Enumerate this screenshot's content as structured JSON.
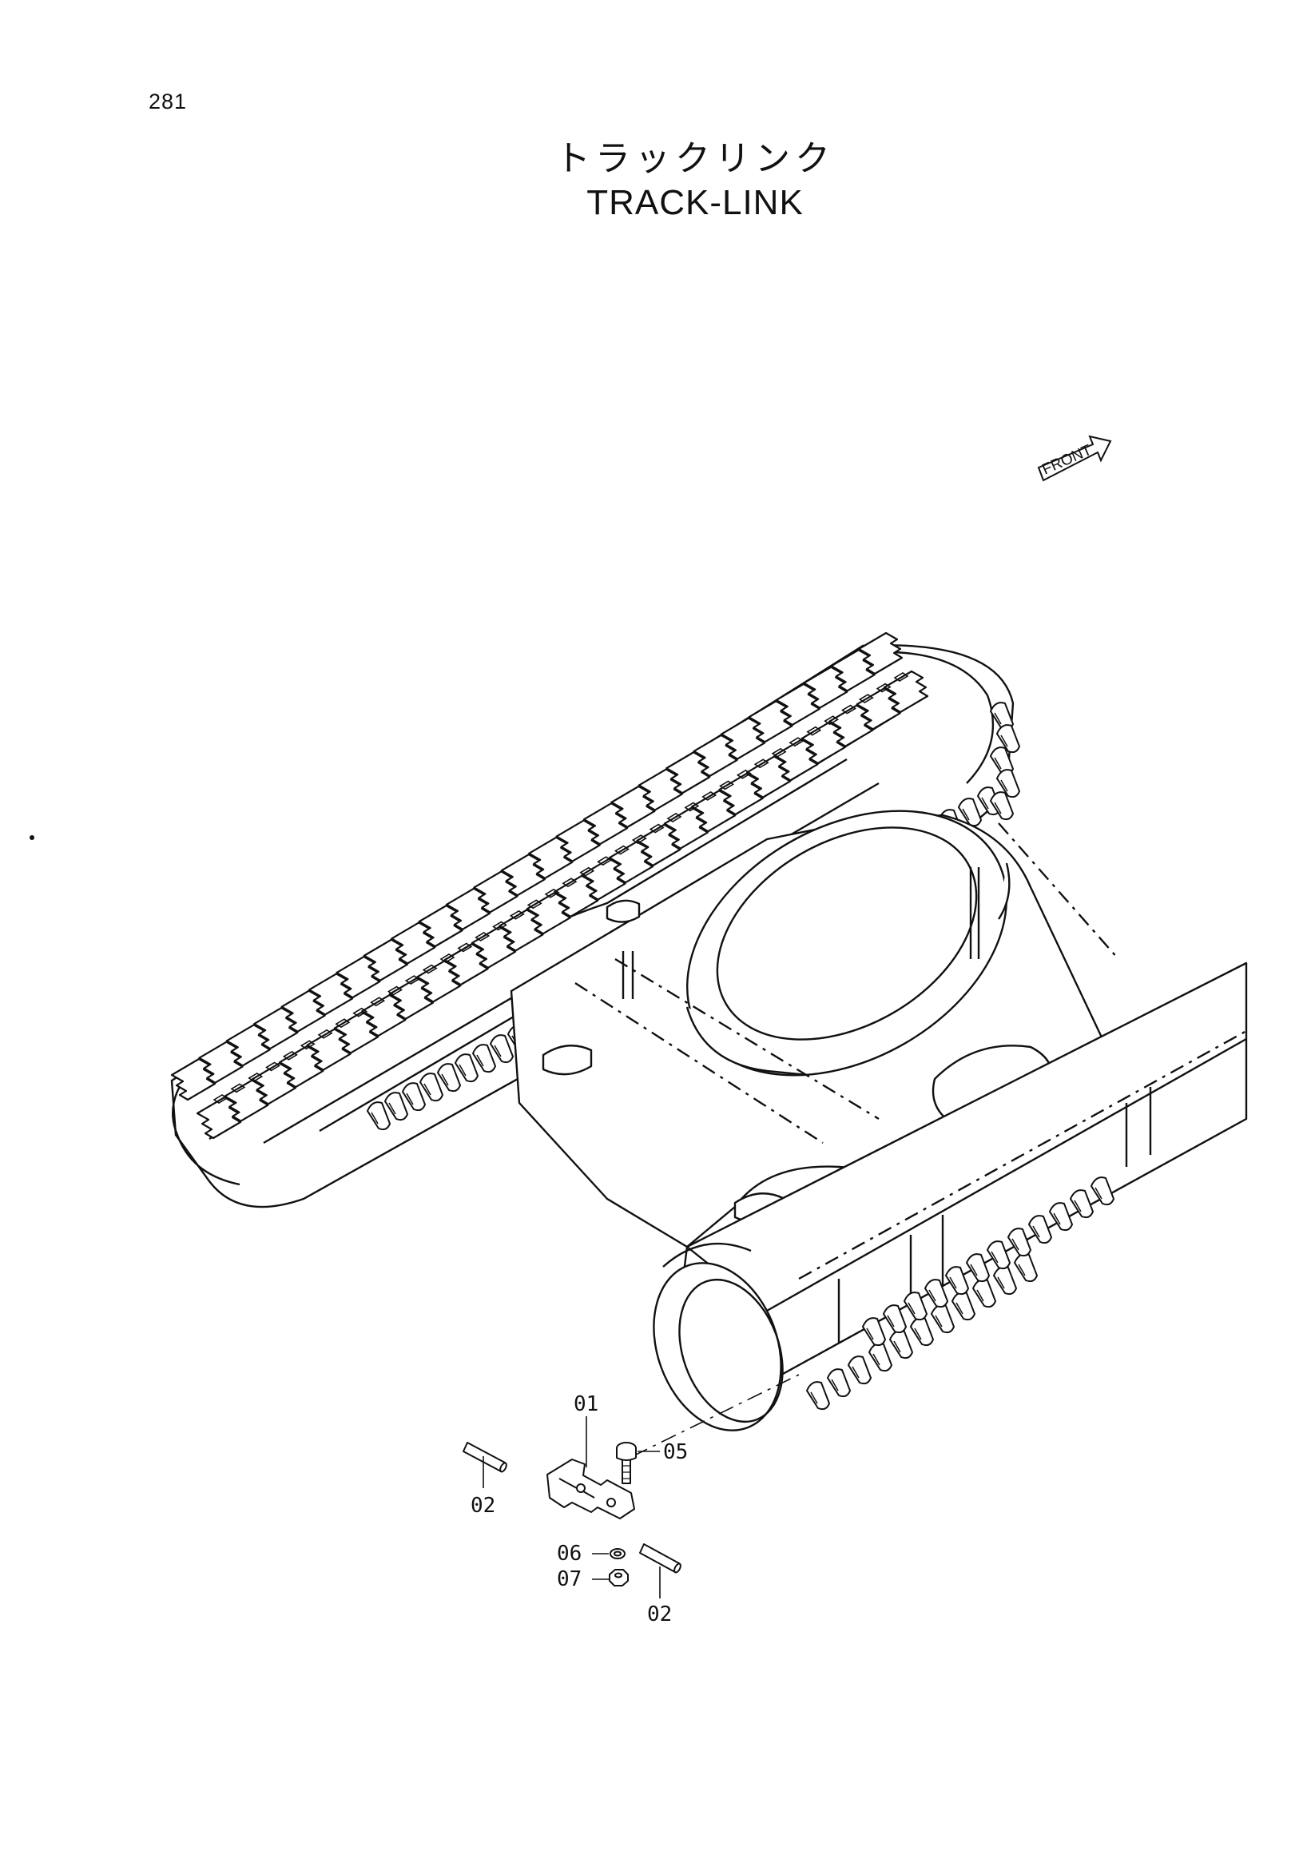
{
  "page_number": "281",
  "title": {
    "japanese": "トラックリンク",
    "english": "TRACK-LINK"
  },
  "front_indicator": "FRONT",
  "callouts": [
    {
      "ref": "01"
    },
    {
      "ref": "02"
    },
    {
      "ref": "02"
    },
    {
      "ref": "05"
    },
    {
      "ref": "06"
    },
    {
      "ref": "07"
    }
  ]
}
